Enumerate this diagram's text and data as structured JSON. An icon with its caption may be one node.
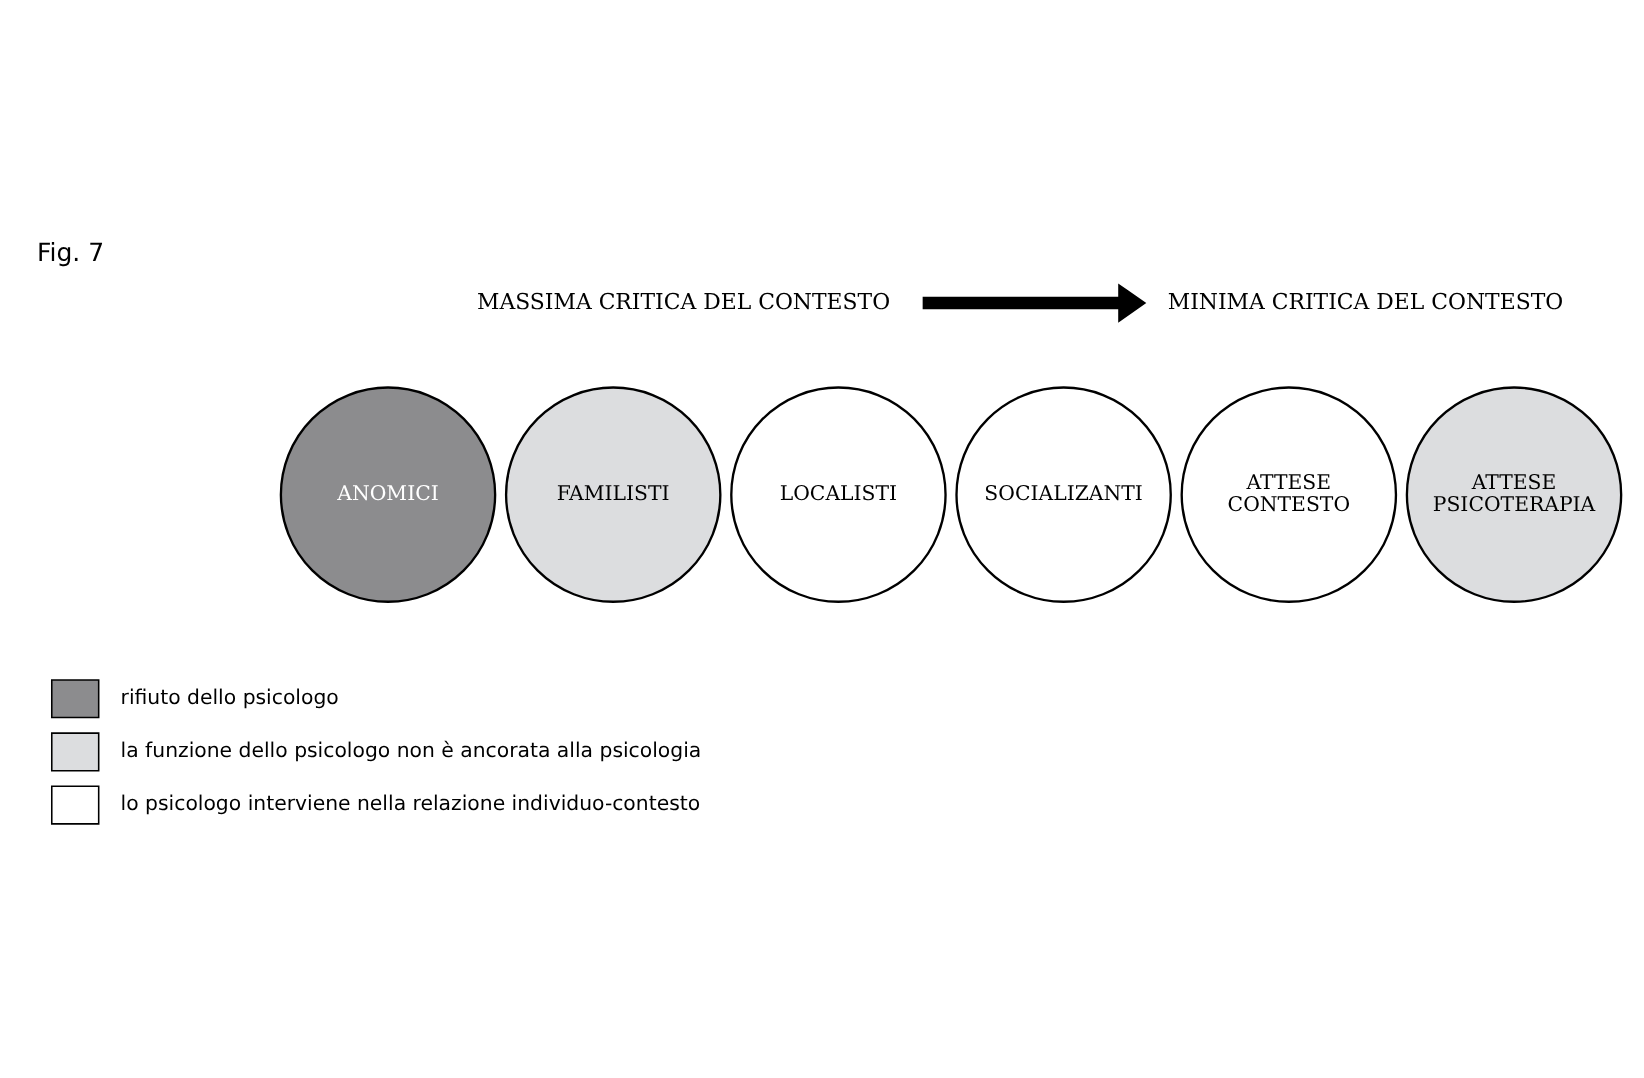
{
  "diagram": {
    "title": "Fig. 7",
    "nodes": [
      {
        "text": [
          "MASSIMA CRITICA DEL CONTESTO"
        ]
      },
      {
        "text": [
          "MINIMA CRITICA DEL CONTESTO"
        ]
      },
      {
        "text": [
          "ANOMICI"
        ]
      },
      {
        "text": [
          "FAMILISTI"
        ]
      },
      {
        "text": [
          "LOCALISTI"
        ]
      },
      {
        "text": [
          "SOCIALIZANTI"
        ]
      },
      {
        "text": [
          "ATTESE CONTESTO"
        ]
      },
      {
        "text": [
          "ATTESE PSICOTERAPIA"
        ]
      }
    ],
    "edges": [
      {
        "from": 0,
        "to": 1,
        "arrow": "to"
      }
    ],
    "legend": [
      {
        "text": "rifiuto dello psicologo",
        "color": "#8c8c8e"
      },
      {
        "text": "la funzione dello psicologo non è ancorata alla psicologia",
        "color": "#dcdddf"
      },
      {
        "text": "lo psicologo interviene nella relazione individuo-contesto",
        "color": "#ffffff"
      }
    ]
  }
}
